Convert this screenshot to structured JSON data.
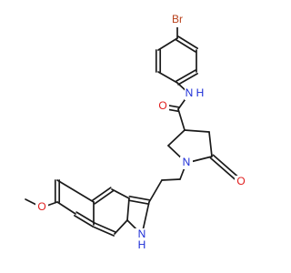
{
  "molecule": {
    "atoms": [
      {
        "symbol": "Br",
        "color": "#b8411b"
      },
      {
        "symbol": "N",
        "color": "#1a2bd6"
      },
      {
        "symbol": "H",
        "color": "#1a2bd6"
      },
      {
        "symbol": "O",
        "color": "#e01b1b"
      },
      {
        "symbol": "N",
        "color": "#1a2bd6"
      },
      {
        "symbol": "O",
        "color": "#e01b1b"
      },
      {
        "symbol": "O",
        "color": "#e01b1b"
      },
      {
        "symbol": "N",
        "color": "#1a2bd6"
      },
      {
        "symbol": "H",
        "color": "#1a2bd6"
      }
    ],
    "bond_color": "#1a1a1a"
  }
}
